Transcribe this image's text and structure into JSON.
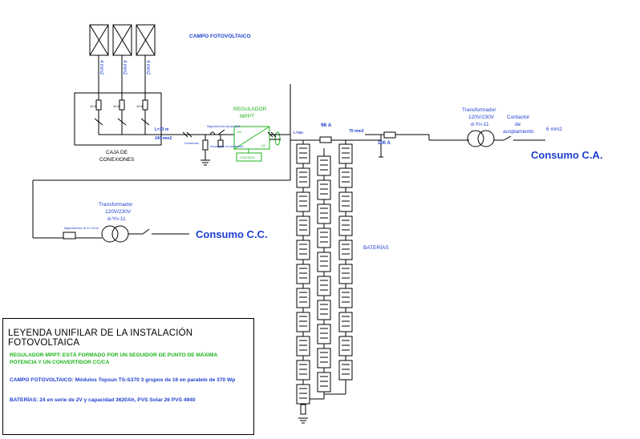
{
  "title_campo": "CAMPO FOTOVOLTAICO",
  "cables": {
    "pv_string": "4 mm2",
    "len_13m": "L=13 m",
    "sec_240": "240 mm2",
    "len_2m": "L=2m",
    "sec_70": "70 mm2",
    "sec_6": "6 mm2"
  },
  "caja": {
    "line1": "CAJA DE",
    "line2": "CONEXIONES",
    "fuse": "10 A"
  },
  "prot": {
    "cortacircuito": "Cortacircuito",
    "protector": "Descargador de sobretensión",
    "magneto": "Magnetotérmico bipolar 250A",
    "magneto_cc": "Magnetotérmico de CC 2x10A"
  },
  "regulador": {
    "line1": "REGULADOR",
    "line2": "MPPT",
    "dc": "DC",
    "ac": "AC",
    "control": "CONTROL"
  },
  "fuses": {
    "f96": "96 A",
    "f100": "100 A"
  },
  "baterias": "BATERÍAS",
  "trafo_ac": {
    "line1": "Transformador",
    "line2": "120V/230V",
    "line3": "d-Yn-11"
  },
  "contactor": {
    "line1": "Contactor",
    "line2": "de",
    "line3": "acoplamiento"
  },
  "trafo_cc": {
    "line1": "Transformador",
    "line2": "120V/230V",
    "line3": "d-Yn-11"
  },
  "consumo_ca": "Consumo C.A.",
  "consumo_cc": "Consumo C.C.",
  "legend": {
    "title": "LEYENDA UNIFILAR DE LA INSTALACIÓN FOTOVOLTAICA",
    "reg_line1": "REGULADOR MPPT: ESTÁ FORMADO POR UN SEGUIDOR DE PUNTO DE MÁXIMA",
    "reg_line2": "POTENCIA Y UN CONVERTIDOR CC/CA",
    "campo": "CAMPO FOTOVOLTAICO: Módulos Topsun TS-S370  3 grupos de 16 en paralelo de 370 Wp",
    "baterias": "BATERÍAS: 24 en serie de 2V y  capacidad 3620Ah,  PVS Solar 26 PVS 4940"
  },
  "colors": {
    "blue": "#1f3fd0",
    "green": "#1db31d",
    "line": "#000000"
  }
}
